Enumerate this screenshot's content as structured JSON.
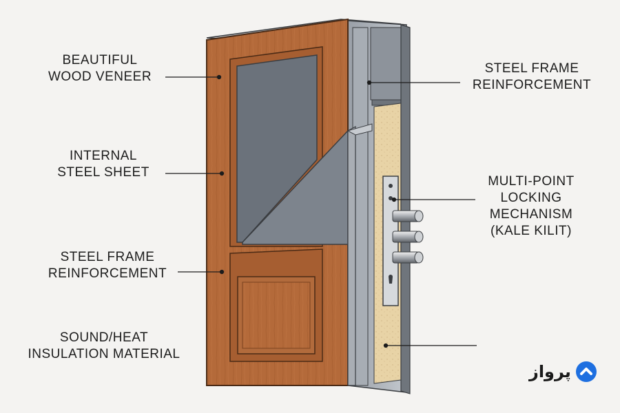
{
  "labels": {
    "wood_veneer": [
      "BEAUTIFUL",
      "WOOD VENEER"
    ],
    "steel_sheet": [
      "INTERNAL",
      "STEEL SHEET"
    ],
    "frame_left": [
      "STEEL FRAME",
      "REINFORCEMENT"
    ],
    "insulation": [
      "SOUND/HEAT",
      "INSULATION MATERIAL"
    ],
    "frame_right": [
      "STEEL FRAME",
      "REINFORCEMENT"
    ],
    "locking": [
      "MULTI-POINT",
      "LOCKING",
      "MECHANISM",
      "(KALE KILIT)"
    ]
  },
  "logo": {
    "text": "پرواز",
    "color": "#1e6fe0",
    "icon": "chevron-up-icon"
  },
  "colors": {
    "wood": "#b46a3a",
    "steel": "#8a9099",
    "insulation": "#e8d3a6"
  }
}
